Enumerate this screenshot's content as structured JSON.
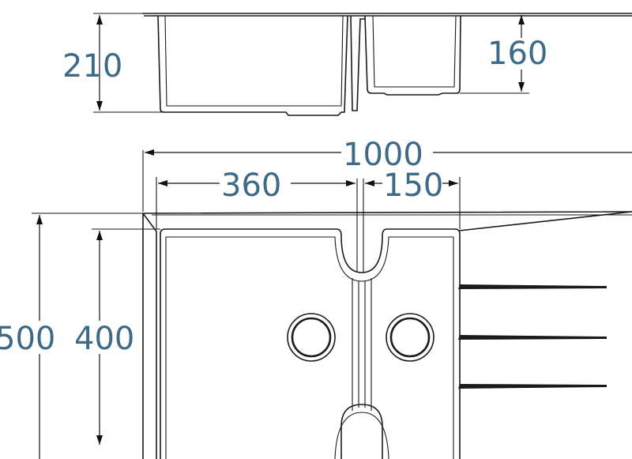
{
  "diagram": {
    "colors": {
      "dimension_text": "#3d6a86",
      "outline": "#1a1a1a",
      "background": "#ffffff"
    },
    "side_view": {
      "overall_depth": "210",
      "small_bowl_depth": "160"
    },
    "top_view": {
      "overall_length": "1000",
      "large_bowl_width": "360",
      "small_bowl_width": "150",
      "overall_width": "500",
      "bowl_width": "400"
    }
  }
}
